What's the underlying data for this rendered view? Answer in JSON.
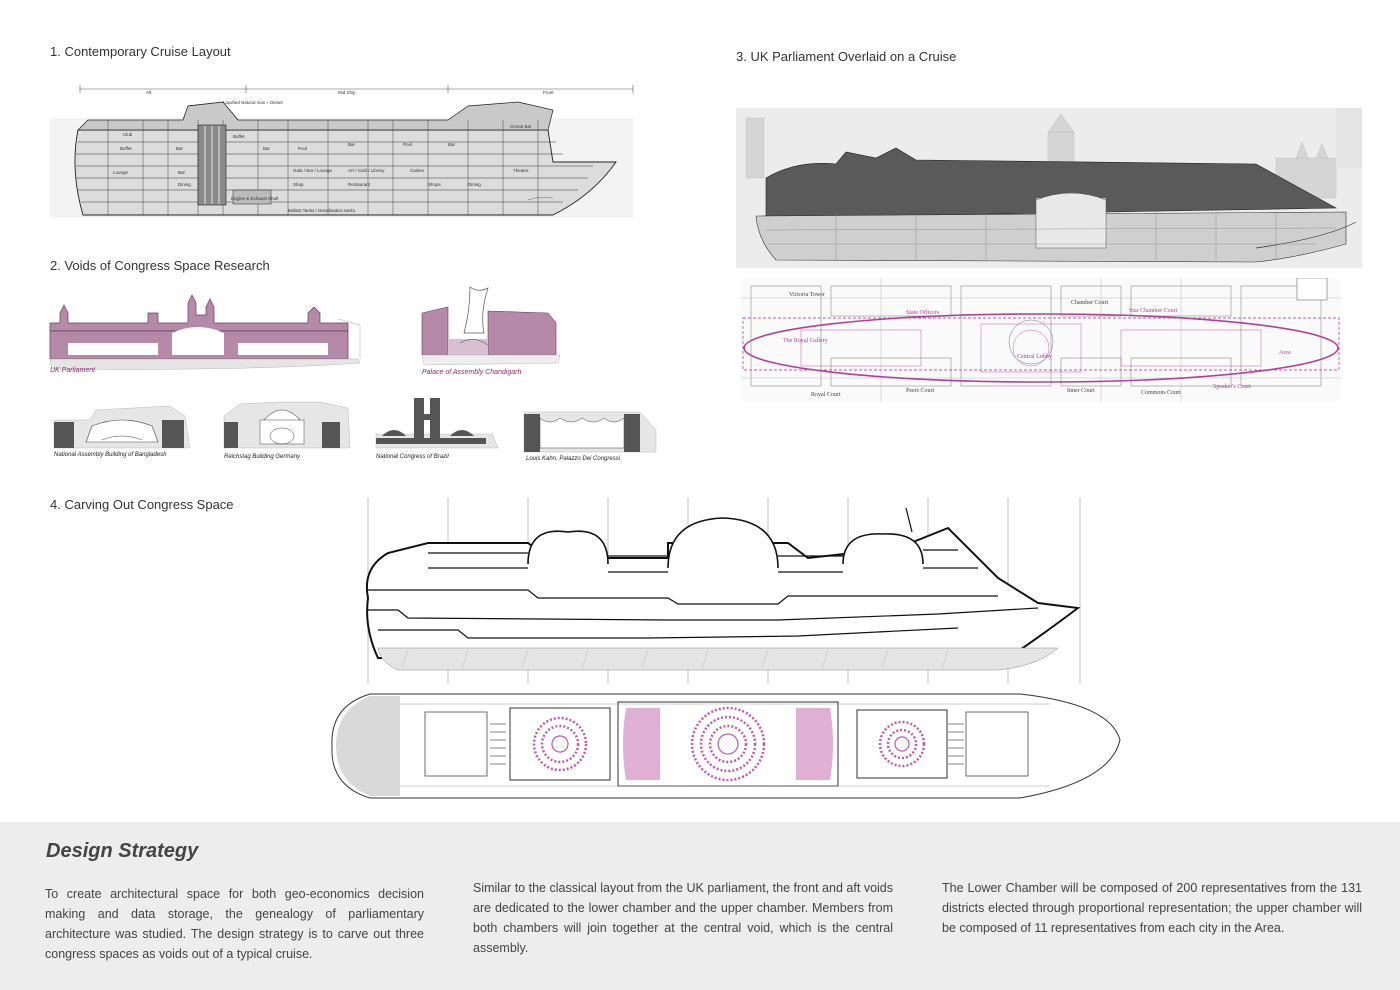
{
  "sections": {
    "s1": {
      "title": "1. Contemporary Cruise Layout"
    },
    "s2": {
      "title": "2. Voids of Congress Space Research"
    },
    "s3": {
      "title": "3. UK Parliament Overlaid on a Cruise"
    },
    "s4": {
      "title": "4. Carving Out Congress Space"
    }
  },
  "cruise_layout": {
    "zones": [
      "Aft",
      "Mid Ship",
      "Front"
    ],
    "fuel_label": "Liquified Natural Gas + Diesel",
    "rooms": [
      "Club",
      "Buffet",
      "Bar",
      "Pool",
      "Bar",
      "Pool",
      "Bar",
      "Buffet",
      "Lounge",
      "Bar",
      "Gala / Bar / Lounge",
      "Art / Gold / Library",
      "Casino",
      "Theatre",
      "Dining",
      "Shop",
      "Shops",
      "Ocean Bar",
      "Restaurant",
      "Bar",
      "Dining"
    ],
    "keel_label": "Ballast Tanks / Desalination tanks",
    "engine_label": "Engine & Exhaust Shaft"
  },
  "voids": {
    "uk": "UK Parliament",
    "chandigarh": "Palace of Assembly Chandigarh",
    "bangladesh": "National Assembly Building of Bangladesh",
    "reichstag": "Reichstag Building Germany",
    "brazil": "National Congress of Brazil",
    "kahn": "Louis Kahn, Palazzo Dei Congressi"
  },
  "overlay_plan": {
    "labels": [
      "Victoria Tower",
      "The Royal Gallery",
      "State Officers",
      "Central Lobby",
      "Chamber Court",
      "Star Chamber Court",
      "Royal Court",
      "Peers Court",
      "Inner Court",
      "Commons Court",
      "Speaker's Court",
      "Area"
    ]
  },
  "design_strategy": {
    "title": "Design Strategy",
    "para1": "To create architectural space for both geo-economics decision making and data storage, the genealogy of parliamentary architecture was studied. The design strategy is to carve out three congress spaces as voids out of a typical cruise.",
    "para2": "Similar to the classical layout from the UK parliament, the front and aft voids are dedicated to the lower chamber and the upper chamber. Members from both chambers will join together at the central void, which is the central assembly.",
    "para3": "The Lower Chamber will be composed of 200 representatives from the 131 districts elected through proportional representation; the upper chamber will be composed of 11 representatives from each city in the Area."
  },
  "colors": {
    "accent_magenta": "#c05aa8",
    "void_fill": "#b48aa8",
    "hull_dark": "#4a4a4a",
    "panel_bg": "#ededed"
  }
}
